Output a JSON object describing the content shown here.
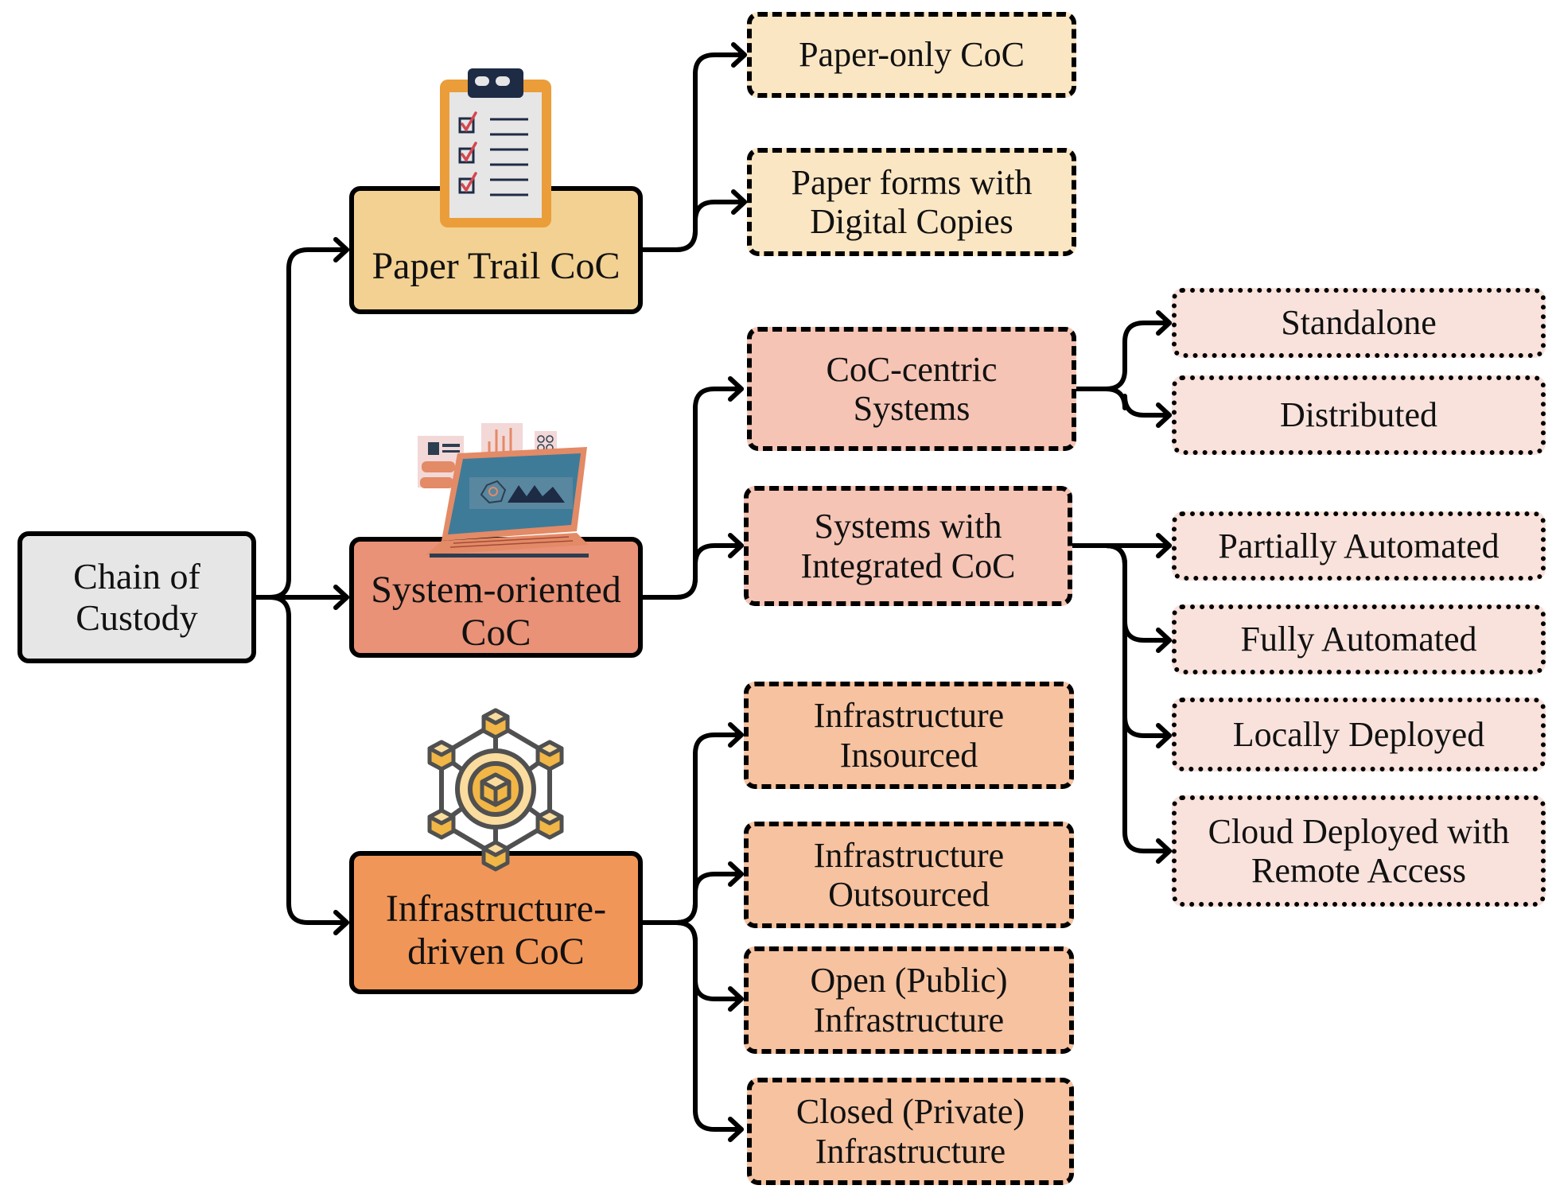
{
  "diagram": {
    "title": "Chain of Custody",
    "colors": {
      "root": "#e6e6e6",
      "paper": "#f3d192",
      "paper_child": "#fbe6c4",
      "system": "#e99277",
      "system_child": "#f5c4b4",
      "system_leaf": "#f9e2dc",
      "infra": "#f19659",
      "infra_child": "#f6c2a0",
      "line": "#000000"
    },
    "root": {
      "label": "Chain of\nCustody"
    },
    "categories": [
      {
        "id": "paper",
        "label": "Paper Trail CoC",
        "icon": "clipboard-checklist-icon",
        "children": [
          {
            "label": "Paper-only CoC"
          },
          {
            "label": "Paper forms with\nDigital Copies"
          }
        ]
      },
      {
        "id": "system",
        "label": "System-oriented\nCoC",
        "icon": "laptop-dashboard-icon",
        "children": [
          {
            "label": "CoC-centric\nSystems",
            "children": [
              {
                "label": "Standalone"
              },
              {
                "label": "Distributed"
              }
            ]
          },
          {
            "label": "Systems with\nIntegrated CoC",
            "children": [
              {
                "label": "Partially Automated"
              },
              {
                "label": "Fully Automated"
              },
              {
                "label": "Locally Deployed"
              },
              {
                "label": "Cloud Deployed with\nRemote Access"
              }
            ]
          }
        ]
      },
      {
        "id": "infra",
        "label": "Infrastructure-\ndriven CoC",
        "icon": "blockchain-network-icon",
        "children": [
          {
            "label": "Infrastructure\nInsourced"
          },
          {
            "label": "Infrastructure\nOutsourced"
          },
          {
            "label": "Open (Public)\nInfrastructure"
          },
          {
            "label": "Closed (Private)\nInfrastructure"
          }
        ]
      }
    ]
  }
}
